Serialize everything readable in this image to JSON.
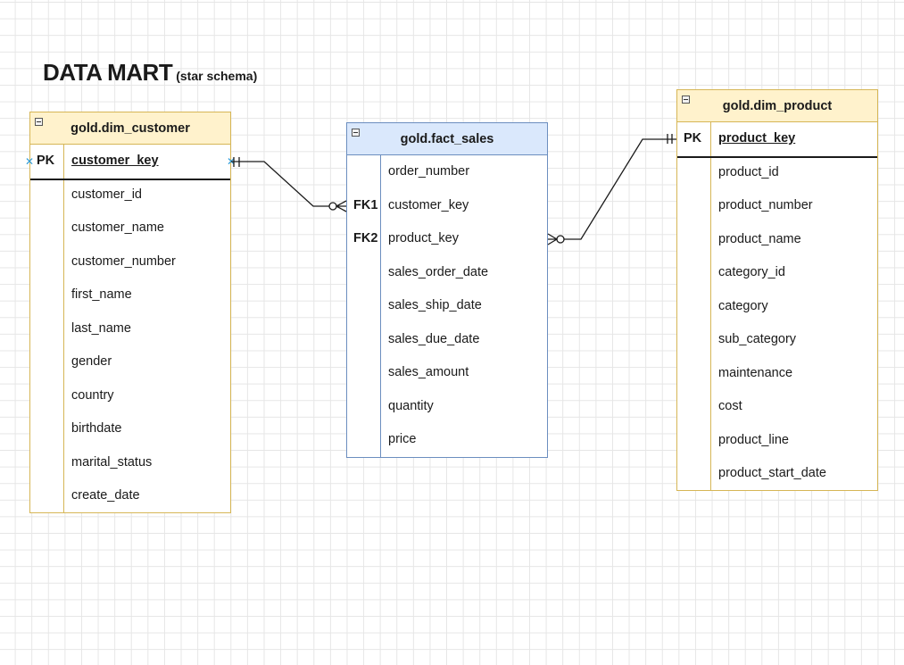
{
  "title": {
    "main": "DATA MART",
    "sub": "(star schema)"
  },
  "tables": {
    "customer": {
      "name": "gold.dim_customer",
      "pk": {
        "key": "PK",
        "field": "customer_key"
      },
      "fields": [
        "customer_id",
        "customer_name",
        "customer_number",
        "first_name",
        "last_name",
        "gender",
        "country",
        "birthdate",
        "marital_status",
        "create_date"
      ]
    },
    "fact": {
      "name": "gold.fact_sales",
      "rows": [
        {
          "key": "",
          "field": "order_number"
        },
        {
          "key": "FK1",
          "field": "customer_key"
        },
        {
          "key": "FK2",
          "field": "product_key"
        },
        {
          "key": "",
          "field": "sales_order_date"
        },
        {
          "key": "",
          "field": "sales_ship_date"
        },
        {
          "key": "",
          "field": "sales_due_date"
        },
        {
          "key": "",
          "field": "sales_amount"
        },
        {
          "key": "",
          "field": "quantity"
        },
        {
          "key": "",
          "field": "price"
        }
      ]
    },
    "product": {
      "name": "gold.dim_product",
      "pk": {
        "key": "PK",
        "field": "product_key"
      },
      "fields": [
        "product_id",
        "product_number",
        "product_name",
        "category_id",
        "category",
        "sub_category",
        "maintenance",
        "cost",
        "product_line",
        "product_start_date"
      ]
    }
  },
  "relationships": [
    {
      "from": "gold.dim_customer.customer_key",
      "to": "gold.fact_sales.customer_key",
      "from_cardinality": "one-and-only-one",
      "to_cardinality": "zero-or-many"
    },
    {
      "from": "gold.dim_product.product_key",
      "to": "gold.fact_sales.product_key",
      "from_cardinality": "one-and-only-one",
      "to_cardinality": "zero-or-many"
    }
  ],
  "colors": {
    "dim_header_fill": "#fff2cc",
    "dim_border": "#d6b656",
    "fact_header_fill": "#dae8fc",
    "fact_border": "#6c8ebf",
    "selection_marker": "#2f9bd6"
  }
}
